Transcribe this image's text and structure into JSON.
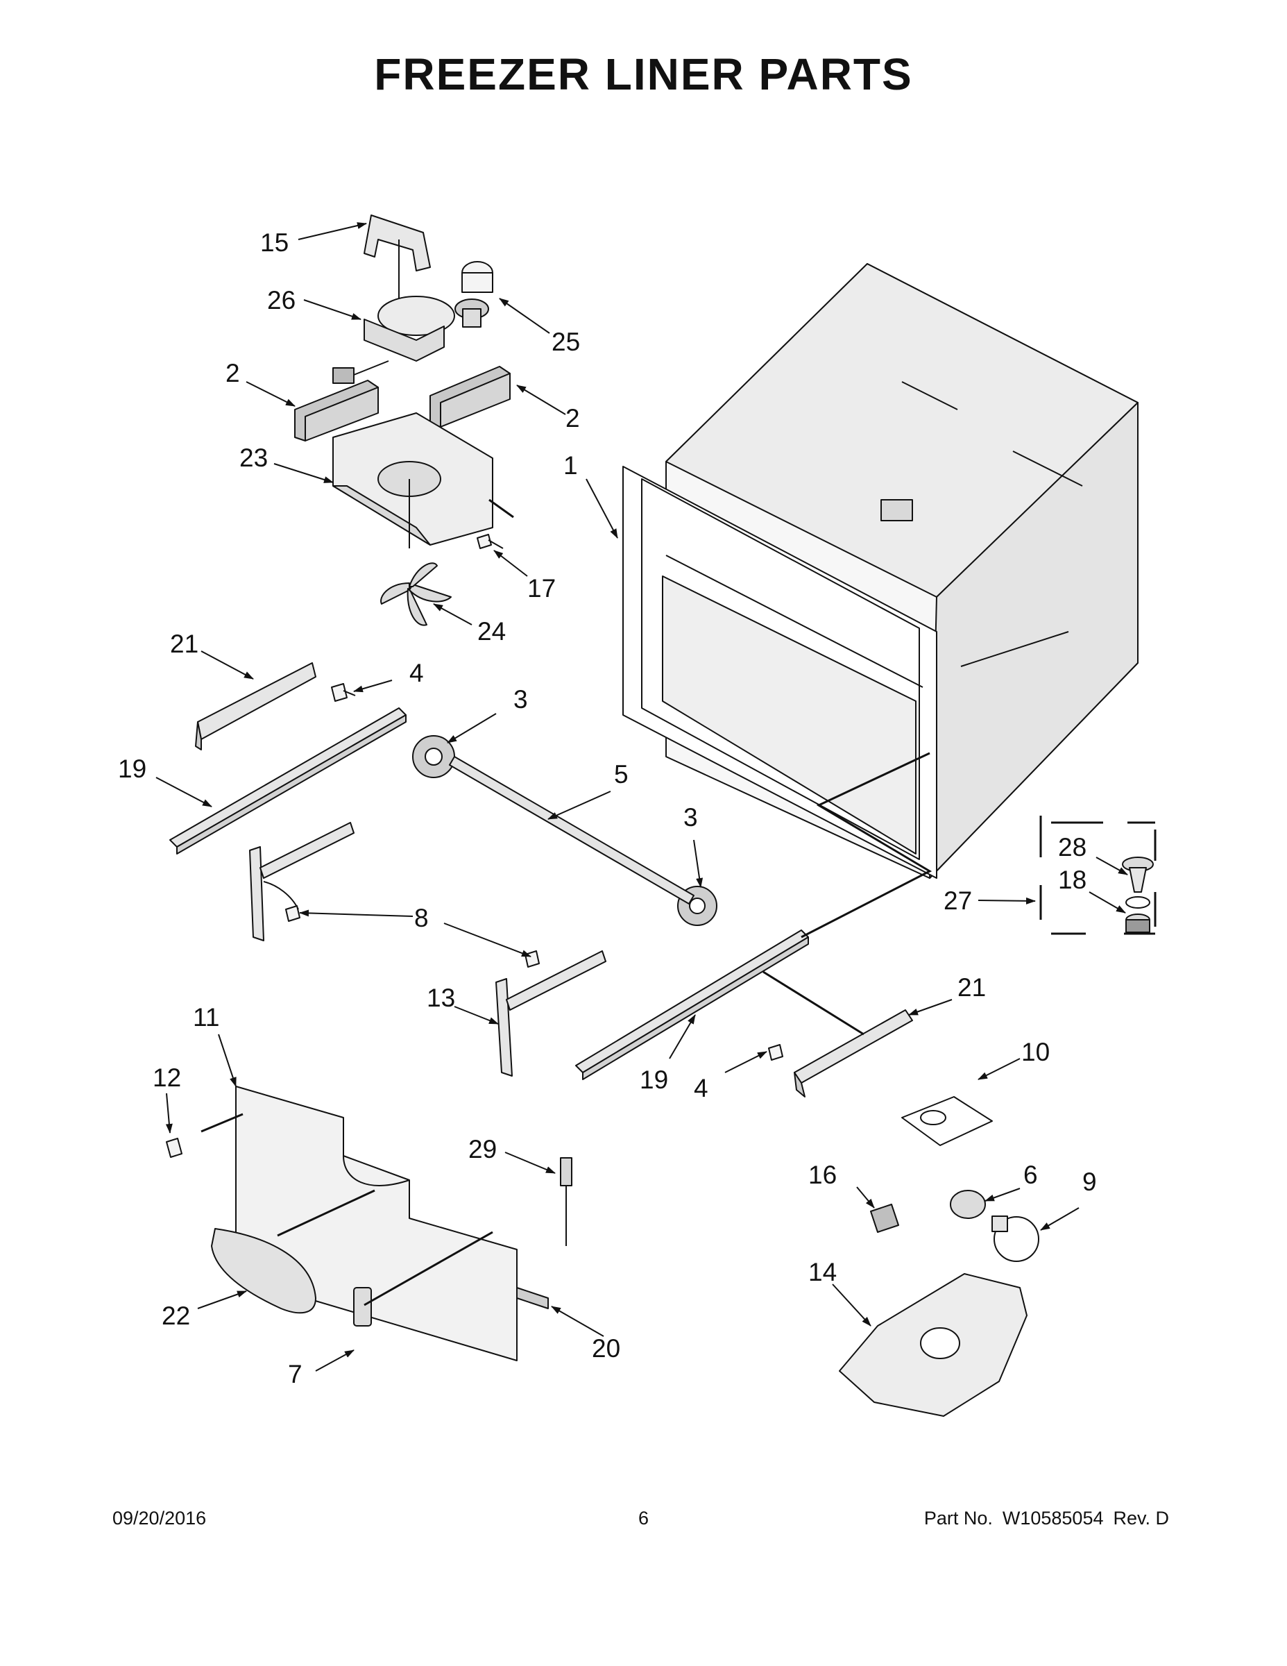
{
  "page": {
    "title": "FREEZER LINER PARTS"
  },
  "callouts": [
    "15",
    "26",
    "25",
    "2",
    "2",
    "23",
    "1",
    "17",
    "24",
    "21",
    "4",
    "3",
    "19",
    "5",
    "3",
    "28",
    "18",
    "27",
    "8",
    "13",
    "21",
    "19",
    "4",
    "10",
    "11",
    "12",
    "29",
    "16",
    "6",
    "9",
    "14",
    "22",
    "20",
    "7"
  ],
  "footer": {
    "date": "09/20/2016",
    "page_number": "6",
    "part_label": "Part No.",
    "part_number": "W10585054",
    "revision": "Rev. D"
  },
  "colors": {
    "line": "#111111",
    "fill_light": "#f4f4f4",
    "fill_mid": "#d9d9d9",
    "fill_dark": "#9a9a9a"
  }
}
